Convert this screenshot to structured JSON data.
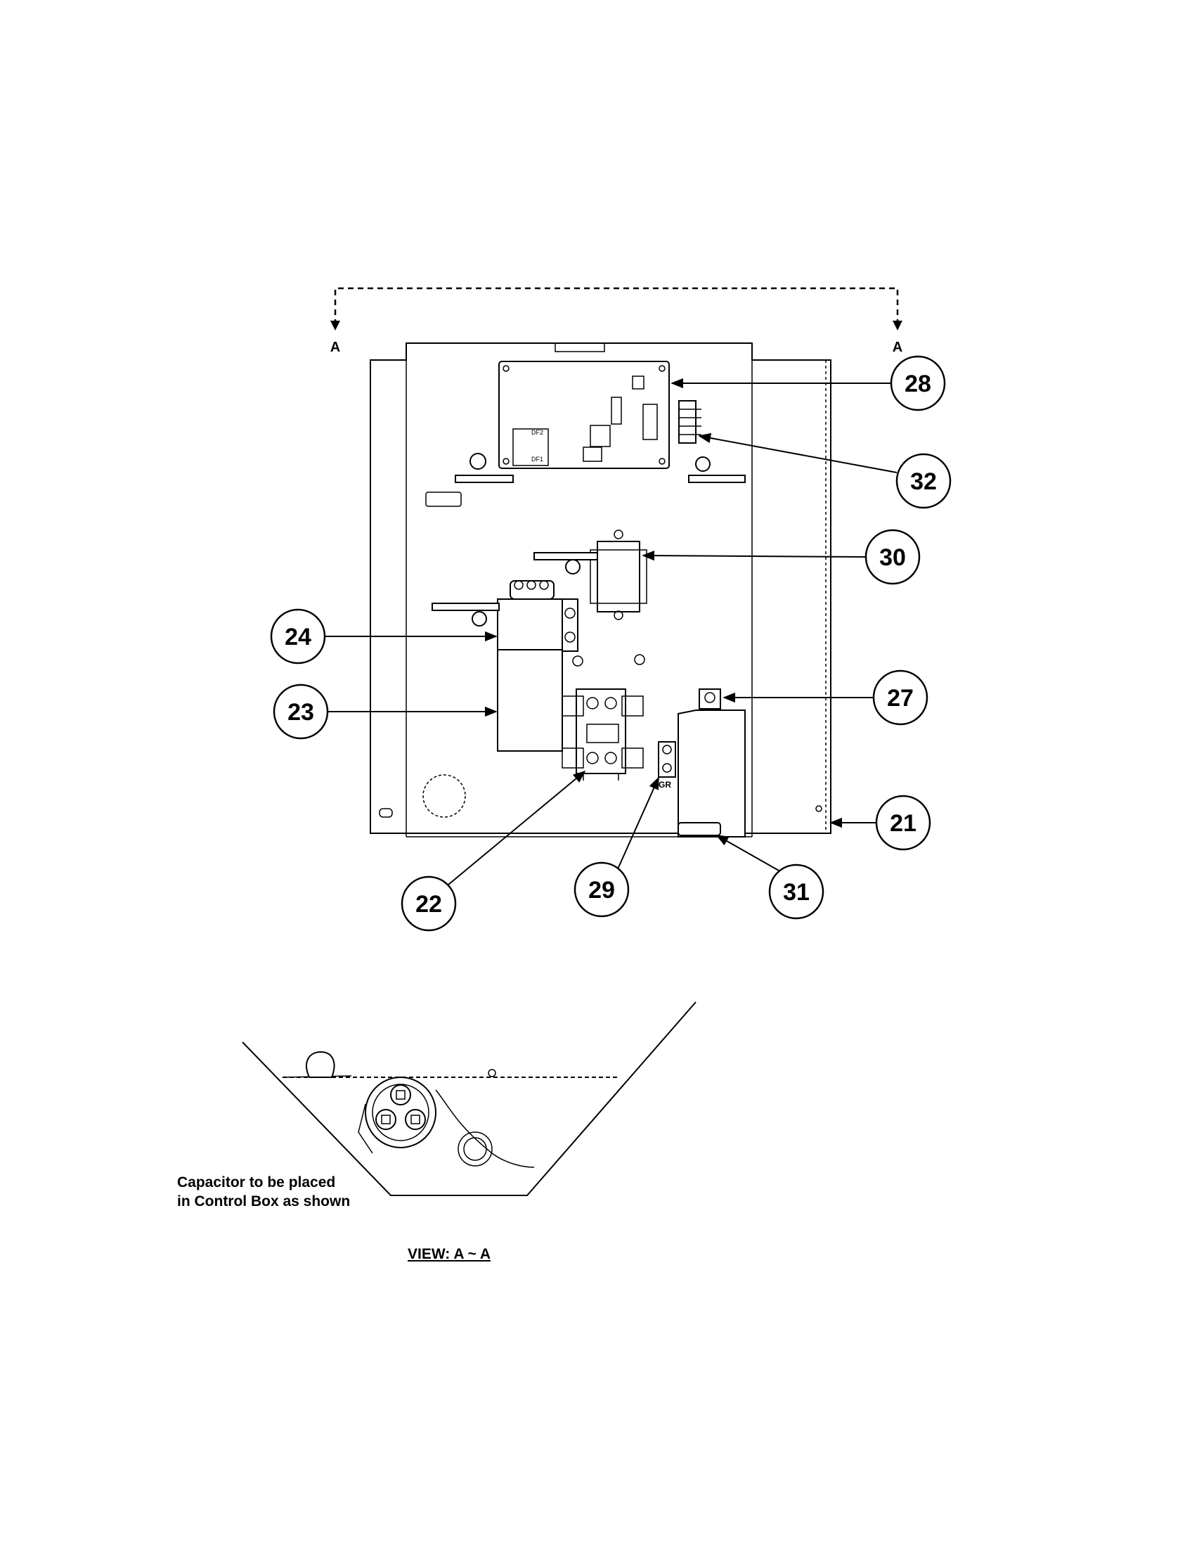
{
  "section_marks": {
    "left": "A",
    "right": "A"
  },
  "callouts": [
    {
      "id": "28",
      "label": "28"
    },
    {
      "id": "32",
      "label": "32"
    },
    {
      "id": "30",
      "label": "30"
    },
    {
      "id": "24",
      "label": "24"
    },
    {
      "id": "27",
      "label": "27"
    },
    {
      "id": "23",
      "label": "23"
    },
    {
      "id": "21",
      "label": "21"
    },
    {
      "id": "22",
      "label": "22"
    },
    {
      "id": "29",
      "label": "29"
    },
    {
      "id": "31",
      "label": "31"
    }
  ],
  "board_labels": {
    "df2": "DF2",
    "df1": "DF1",
    "ground": "GR"
  },
  "note": {
    "line1": "Capacitor to be placed",
    "line2": "in Control Box as shown"
  },
  "view_title": "VIEW: A ~ A"
}
